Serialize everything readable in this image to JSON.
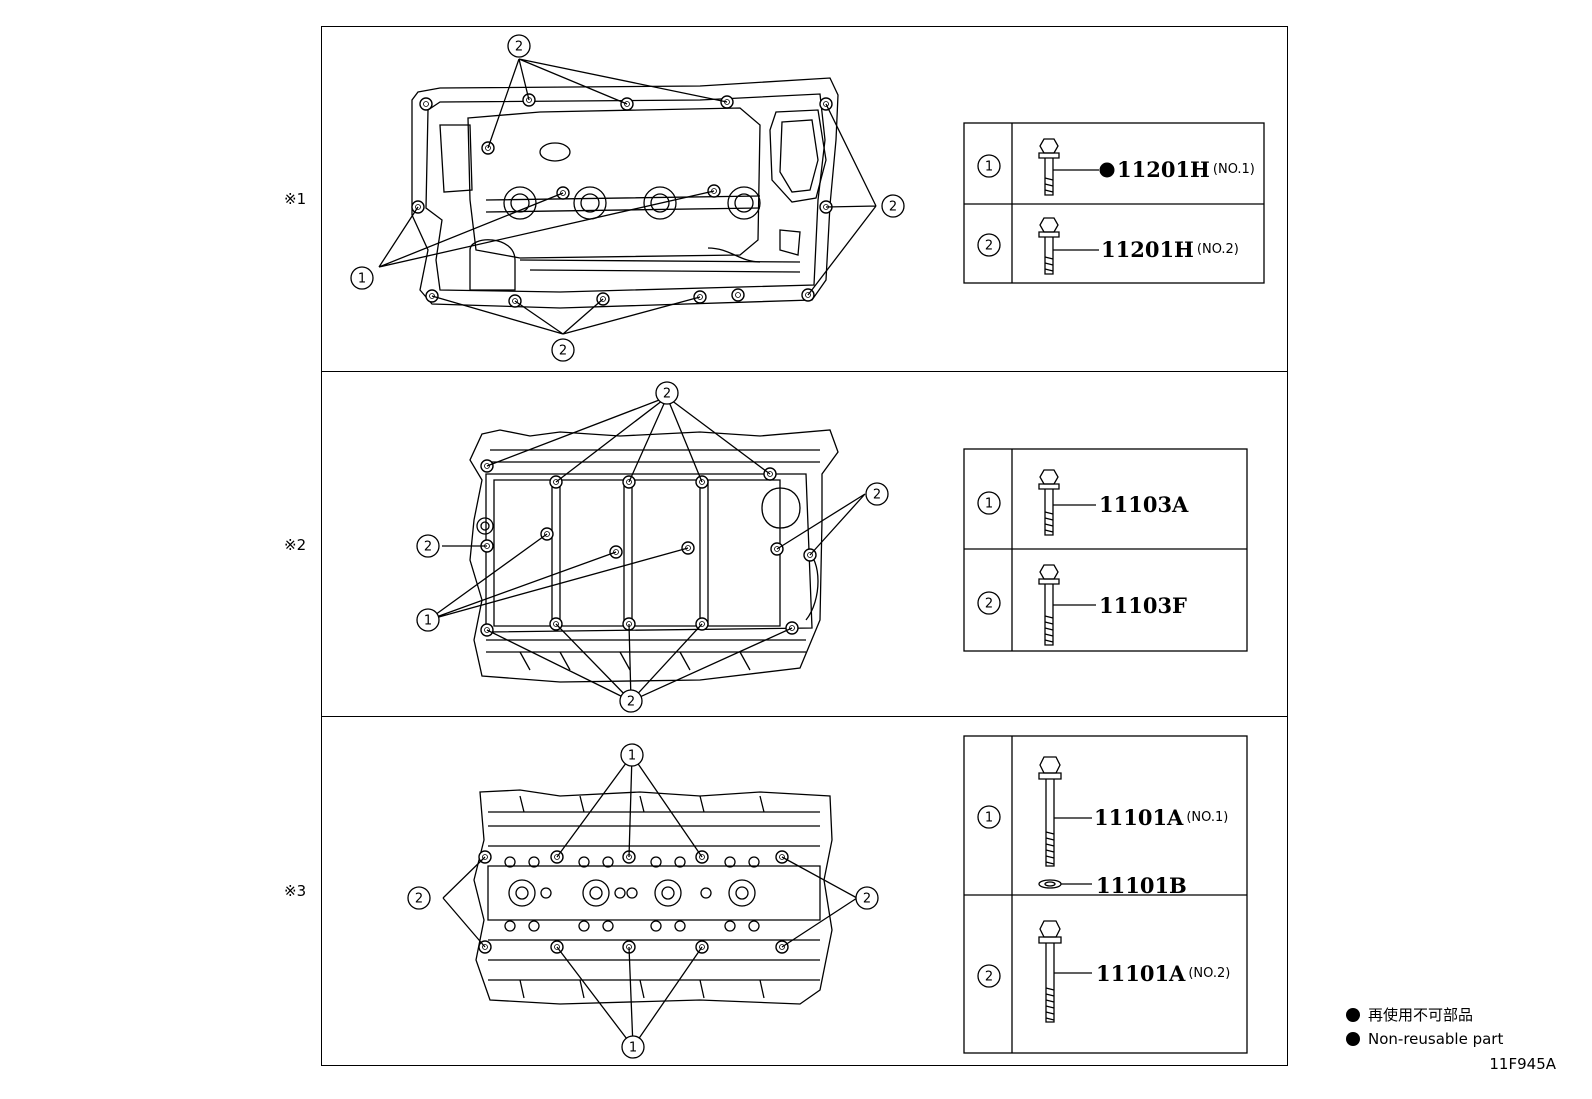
{
  "sections": [
    {
      "mark": "※1",
      "parts": [
        {
          "callout": "1",
          "nonreusable": true,
          "number": "11201H",
          "suffix": "(NO.1)"
        },
        {
          "callout": "2",
          "nonreusable": false,
          "number": "11201H",
          "suffix": "(NO.2)"
        }
      ]
    },
    {
      "mark": "※2",
      "parts": [
        {
          "callout": "1",
          "nonreusable": false,
          "number": "11103A",
          "suffix": ""
        },
        {
          "callout": "2",
          "nonreusable": false,
          "number": "11103F",
          "suffix": ""
        }
      ]
    },
    {
      "mark": "※3",
      "parts": [
        {
          "callout": "1",
          "nonreusable": false,
          "number": "11101A",
          "suffix": "(NO.1)",
          "washer": "11101B"
        },
        {
          "callout": "2",
          "nonreusable": false,
          "number": "11101A",
          "suffix": "(NO.2)"
        }
      ]
    }
  ],
  "callouts": {
    "one": "1",
    "two": "2"
  },
  "legend": [
    {
      "text": "再使用不可部品"
    },
    {
      "text": "Non-reusable part"
    }
  ],
  "figure_code": "11F945A",
  "colors": {
    "line": "#000000",
    "background": "#ffffff"
  }
}
